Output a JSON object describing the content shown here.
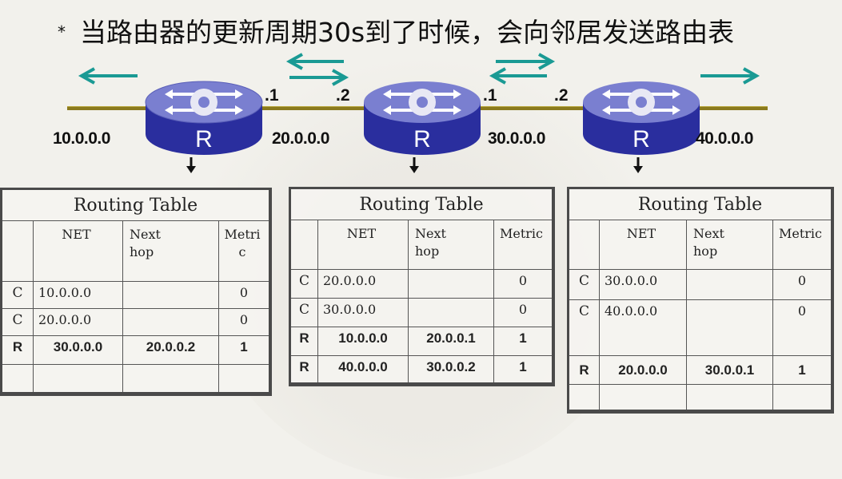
{
  "title": {
    "bullet": "*",
    "text": "当路由器的更新周期30s到了时候，会向邻居发送路由表"
  },
  "colors": {
    "arrow": "#1a9a94",
    "router_top": "#7a7fd0",
    "router_body": "#2a2e9e",
    "link": "#8a7a1e",
    "table_border": "#4a4a4a"
  },
  "networks": [
    "10.0.0.0",
    "20.0.0.0",
    "30.0.0.0",
    "40.0.0.0"
  ],
  "interfaces": {
    "r1_right": ".1",
    "r2_left": ".2",
    "r2_right": ".1",
    "r3_left": ".2"
  },
  "routers": [
    {
      "label": "R"
    },
    {
      "label": "R"
    },
    {
      "label": "R"
    }
  ],
  "tables": [
    {
      "caption": "Routing Table",
      "headers": {
        "type": "",
        "net": "NET",
        "next_hop_1": "Next",
        "next_hop_2": "hop",
        "metric_1": "Metri",
        "metric_2": "c"
      },
      "rows": [
        {
          "type": "C",
          "net": "10.0.0.0",
          "next_hop": "",
          "metric": "0"
        },
        {
          "type": "C",
          "net": "20.0.0.0",
          "next_hop": "",
          "metric": "0"
        },
        {
          "type": "R",
          "net": "30.0.0.0",
          "next_hop": "20.0.0.2",
          "metric": "1"
        },
        {
          "type": "",
          "net": "",
          "next_hop": "",
          "metric": ""
        }
      ]
    },
    {
      "caption": "Routing Table",
      "headers": {
        "type": "",
        "net": "NET",
        "next_hop_1": "Next",
        "next_hop_2": "hop",
        "metric_1": "Metric",
        "metric_2": ""
      },
      "rows": [
        {
          "type": "C",
          "net": "20.0.0.0",
          "next_hop": "",
          "metric": "0"
        },
        {
          "type": "C",
          "net": "30.0.0.0",
          "next_hop": "",
          "metric": "0"
        },
        {
          "type": "R",
          "net": "10.0.0.0",
          "next_hop": "20.0.0.1",
          "metric": "1"
        },
        {
          "type": "R",
          "net": "40.0.0.0",
          "next_hop": "30.0.0.2",
          "metric": "1"
        }
      ]
    },
    {
      "caption": "Routing Table",
      "headers": {
        "type": "",
        "net": "NET",
        "next_hop_1": "Next",
        "next_hop_2": "hop",
        "metric_1": "Metric",
        "metric_2": ""
      },
      "rows": [
        {
          "type": "C",
          "net": "30.0.0.0",
          "next_hop": "",
          "metric": "0"
        },
        {
          "type": "C",
          "net": "40.0.0.0",
          "next_hop": "",
          "metric": "0"
        },
        {
          "type": "R",
          "net": "20.0.0.0",
          "next_hop": "30.0.0.1",
          "metric": "1"
        },
        {
          "type": "",
          "net": "",
          "next_hop": "",
          "metric": ""
        }
      ]
    }
  ]
}
